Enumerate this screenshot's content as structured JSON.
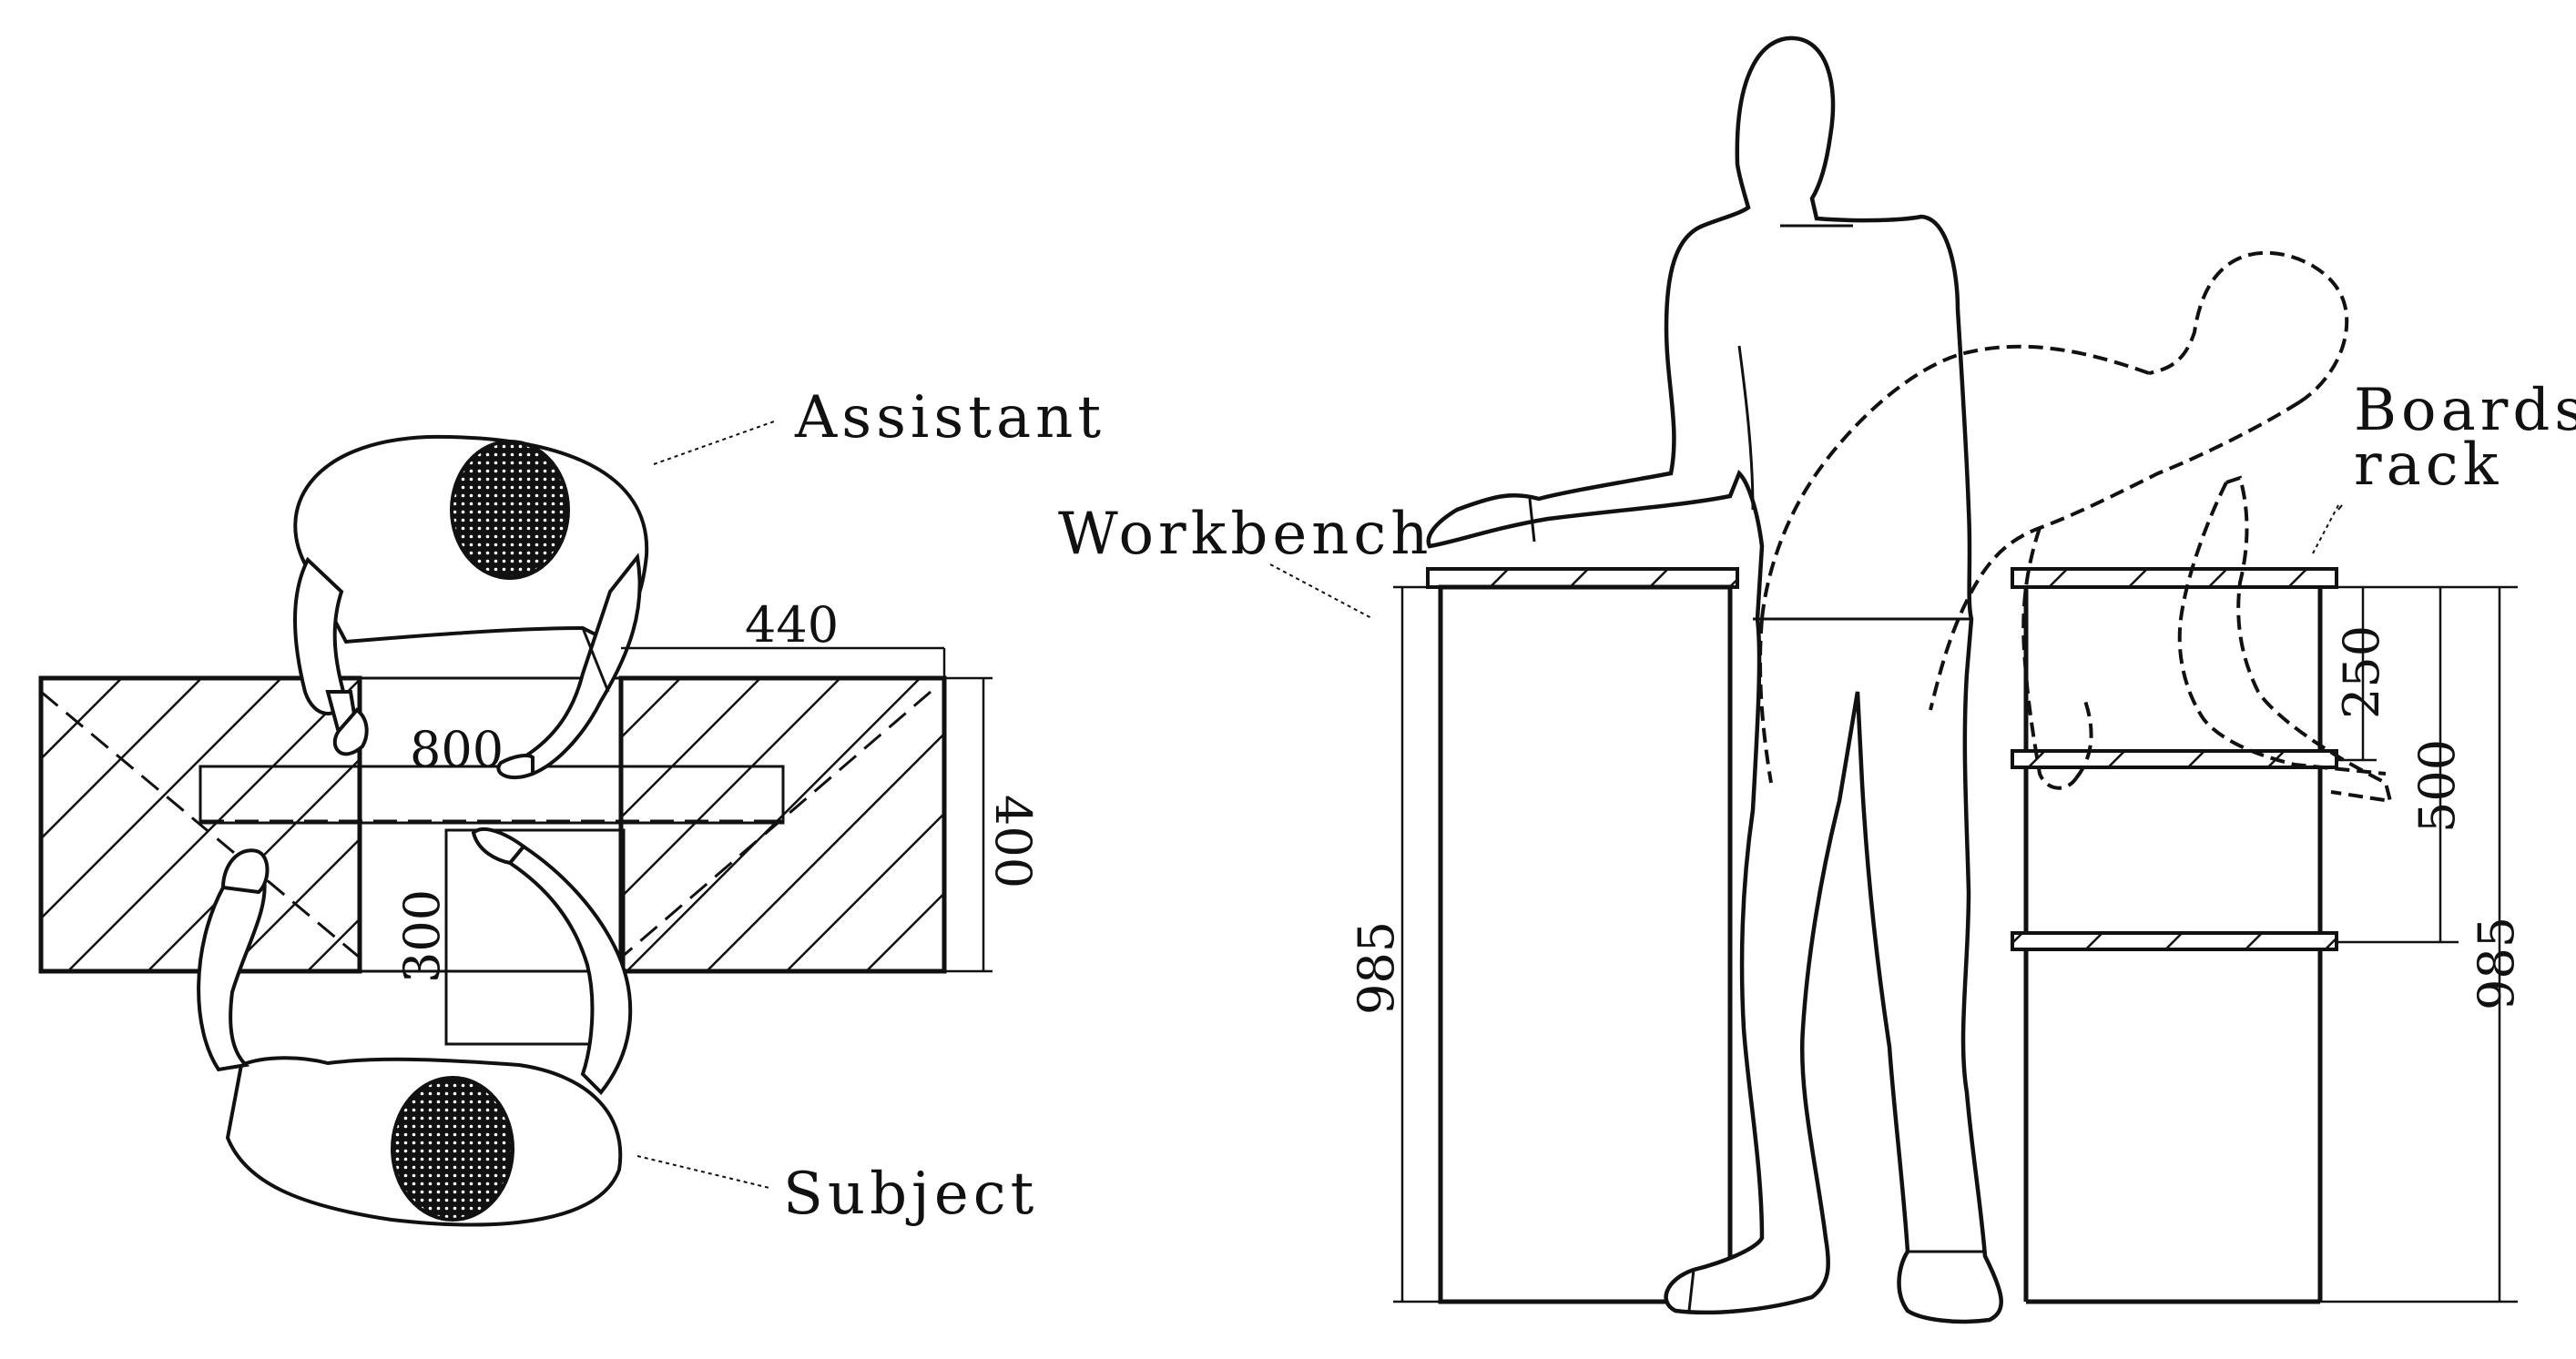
{
  "labels": {
    "assistant": "Assistant",
    "subject": "Subject",
    "workbench": "Workbench",
    "boards_line1": "Boards",
    "boards_line2": "rack"
  },
  "dimensions": {
    "table_side_width": "440",
    "reach_width": "800",
    "table_depth": "400",
    "reach_depth": "300",
    "workbench_height": "985",
    "rack_shelf_gap": "250",
    "rack_lower_shelf_height": "500",
    "rack_height": "985"
  },
  "colors": {
    "ink": "#111111",
    "hair": "#222222",
    "background": "#ffffff"
  }
}
